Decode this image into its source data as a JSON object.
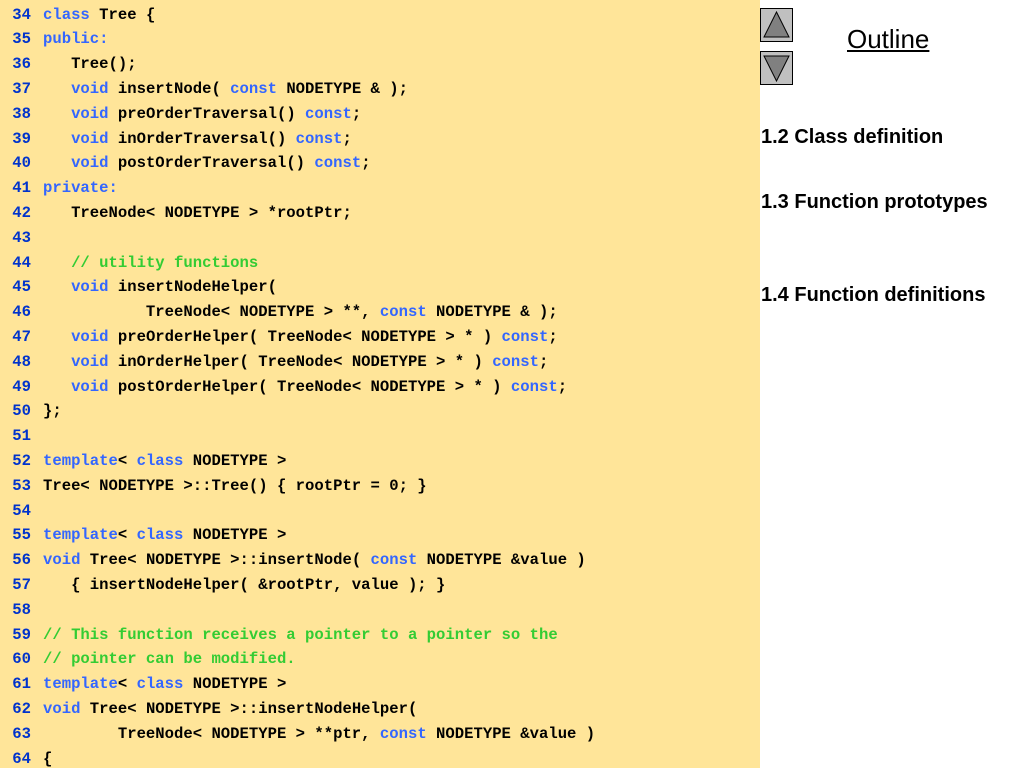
{
  "outline": {
    "title": "Outline",
    "items": [
      "1.2 Class definition",
      "1.3 Function prototypes",
      "1.4 Function definitions"
    ]
  },
  "colors": {
    "code_background": "#ffe599",
    "line_number": "#0033cc",
    "keyword": "#3366ff",
    "comment": "#33cc33",
    "plain": "#000000",
    "nav_button": "#c0c0c0",
    "nav_arrow": "#808080"
  },
  "navigation": {
    "up_icon": "triangle-up-icon",
    "down_icon": "triangle-down-icon"
  },
  "code_lines": [
    {
      "num": "34",
      "segs": [
        {
          "t": "kw",
          "s": "class"
        },
        {
          "t": "pl",
          "s": " Tree {"
        }
      ]
    },
    {
      "num": "35",
      "segs": [
        {
          "t": "kw",
          "s": "public:"
        }
      ]
    },
    {
      "num": "36",
      "segs": [
        {
          "t": "pl",
          "s": "   Tree();"
        }
      ]
    },
    {
      "num": "37",
      "segs": [
        {
          "t": "pl",
          "s": "   "
        },
        {
          "t": "kw",
          "s": "void"
        },
        {
          "t": "pl",
          "s": " insertNode( "
        },
        {
          "t": "kw",
          "s": "const"
        },
        {
          "t": "pl",
          "s": " NODETYPE & );"
        }
      ]
    },
    {
      "num": "38",
      "segs": [
        {
          "t": "pl",
          "s": "   "
        },
        {
          "t": "kw",
          "s": "void"
        },
        {
          "t": "pl",
          "s": " preOrderTraversal() "
        },
        {
          "t": "kw",
          "s": "const"
        },
        {
          "t": "pl",
          "s": ";"
        }
      ]
    },
    {
      "num": "39",
      "segs": [
        {
          "t": "pl",
          "s": "   "
        },
        {
          "t": "kw",
          "s": "void"
        },
        {
          "t": "pl",
          "s": " inOrderTraversal() "
        },
        {
          "t": "kw",
          "s": "const"
        },
        {
          "t": "pl",
          "s": ";"
        }
      ]
    },
    {
      "num": "40",
      "segs": [
        {
          "t": "pl",
          "s": "   "
        },
        {
          "t": "kw",
          "s": "void"
        },
        {
          "t": "pl",
          "s": " postOrderTraversal() "
        },
        {
          "t": "kw",
          "s": "const"
        },
        {
          "t": "pl",
          "s": ";"
        }
      ]
    },
    {
      "num": "41",
      "segs": [
        {
          "t": "kw",
          "s": "private:"
        }
      ]
    },
    {
      "num": "42",
      "segs": [
        {
          "t": "pl",
          "s": "   TreeNode< NODETYPE > *rootPtr;"
        }
      ]
    },
    {
      "num": "43",
      "segs": []
    },
    {
      "num": "44",
      "segs": [
        {
          "t": "pl",
          "s": "   "
        },
        {
          "t": "cm",
          "s": "// utility functions"
        }
      ]
    },
    {
      "num": "45",
      "segs": [
        {
          "t": "pl",
          "s": "   "
        },
        {
          "t": "kw",
          "s": "void"
        },
        {
          "t": "pl",
          "s": " insertNodeHelper("
        }
      ]
    },
    {
      "num": "46",
      "segs": [
        {
          "t": "pl",
          "s": "           TreeNode< NODETYPE > **, "
        },
        {
          "t": "kw",
          "s": "const"
        },
        {
          "t": "pl",
          "s": " NODETYPE & );"
        }
      ]
    },
    {
      "num": "47",
      "segs": [
        {
          "t": "pl",
          "s": "   "
        },
        {
          "t": "kw",
          "s": "void"
        },
        {
          "t": "pl",
          "s": " preOrderHelper( TreeNode< NODETYPE > * ) "
        },
        {
          "t": "kw",
          "s": "const"
        },
        {
          "t": "pl",
          "s": ";"
        }
      ]
    },
    {
      "num": "48",
      "segs": [
        {
          "t": "pl",
          "s": "   "
        },
        {
          "t": "kw",
          "s": "void"
        },
        {
          "t": "pl",
          "s": " inOrderHelper( TreeNode< NODETYPE > * ) "
        },
        {
          "t": "kw",
          "s": "const"
        },
        {
          "t": "pl",
          "s": ";"
        }
      ]
    },
    {
      "num": "49",
      "segs": [
        {
          "t": "pl",
          "s": "   "
        },
        {
          "t": "kw",
          "s": "void"
        },
        {
          "t": "pl",
          "s": " postOrderHelper( TreeNode< NODETYPE > * ) "
        },
        {
          "t": "kw",
          "s": "const"
        },
        {
          "t": "pl",
          "s": ";"
        }
      ]
    },
    {
      "num": "50",
      "segs": [
        {
          "t": "pl",
          "s": "};"
        }
      ]
    },
    {
      "num": "51",
      "segs": []
    },
    {
      "num": "52",
      "segs": [
        {
          "t": "kw",
          "s": "template"
        },
        {
          "t": "pl",
          "s": "< "
        },
        {
          "t": "kw",
          "s": "class"
        },
        {
          "t": "pl",
          "s": " NODETYPE >"
        }
      ]
    },
    {
      "num": "53",
      "segs": [
        {
          "t": "pl",
          "s": "Tree< NODETYPE >::Tree() { rootPtr = 0; }"
        }
      ]
    },
    {
      "num": "54",
      "segs": []
    },
    {
      "num": "55",
      "segs": [
        {
          "t": "kw",
          "s": "template"
        },
        {
          "t": "pl",
          "s": "< "
        },
        {
          "t": "kw",
          "s": "class"
        },
        {
          "t": "pl",
          "s": " NODETYPE >"
        }
      ]
    },
    {
      "num": "56",
      "segs": [
        {
          "t": "kw",
          "s": "void"
        },
        {
          "t": "pl",
          "s": " Tree< NODETYPE >::insertNode( "
        },
        {
          "t": "kw",
          "s": "const"
        },
        {
          "t": "pl",
          "s": " NODETYPE &value )"
        }
      ]
    },
    {
      "num": "57",
      "segs": [
        {
          "t": "pl",
          "s": "   { insertNodeHelper( &rootPtr, value ); }"
        }
      ]
    },
    {
      "num": "58",
      "segs": []
    },
    {
      "num": "59",
      "segs": [
        {
          "t": "cm",
          "s": "// This function receives a pointer to a pointer so the"
        }
      ]
    },
    {
      "num": "60",
      "segs": [
        {
          "t": "cm",
          "s": "// pointer can be modified."
        }
      ]
    },
    {
      "num": "61",
      "segs": [
        {
          "t": "kw",
          "s": "template"
        },
        {
          "t": "pl",
          "s": "< "
        },
        {
          "t": "kw",
          "s": "class"
        },
        {
          "t": "pl",
          "s": " NODETYPE >"
        }
      ]
    },
    {
      "num": "62",
      "segs": [
        {
          "t": "kw",
          "s": "void"
        },
        {
          "t": "pl",
          "s": " Tree< NODETYPE >::insertNodeHelper("
        }
      ]
    },
    {
      "num": "63",
      "segs": [
        {
          "t": "pl",
          "s": "        TreeNode< NODETYPE > **ptr, "
        },
        {
          "t": "kw",
          "s": "const"
        },
        {
          "t": "pl",
          "s": " NODETYPE &value )"
        }
      ]
    },
    {
      "num": "64",
      "segs": [
        {
          "t": "pl",
          "s": "{"
        }
      ]
    }
  ]
}
